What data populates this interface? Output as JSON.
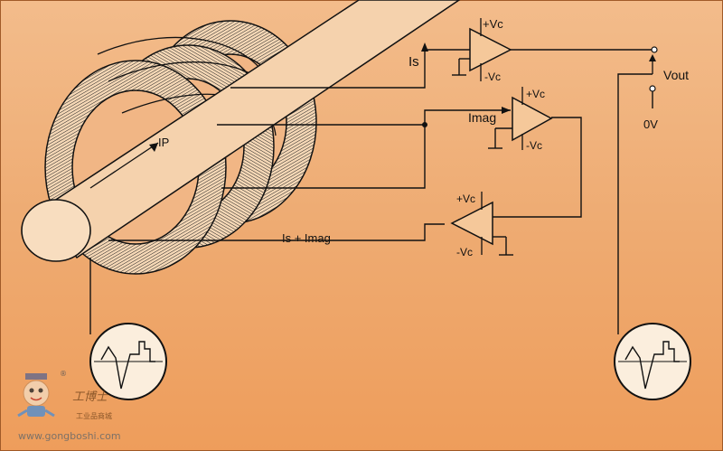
{
  "colors": {
    "background_top": "#f0b584",
    "background_bottom": "#ed9f5f",
    "line": "#111111",
    "pipe_fill": "#f5d2ad",
    "scope_fill": "#fbeedd"
  },
  "labels": {
    "is": "Is",
    "imag": "Imag",
    "is_plus_imag": "Is + Imag",
    "ip": "IP",
    "vout": "Vout",
    "zero_v": "0V"
  },
  "opamp_top": {
    "plus": "+Vc",
    "minus": "-Vc"
  },
  "opamp_mid": {
    "plus": "+Vc",
    "minus": "-Vc"
  },
  "opamp_bottom": {
    "plus": "+Vc",
    "minus": "-Vc"
  },
  "watermark": {
    "registered": "®",
    "chinese_title": "工博士",
    "chinese_subtitle": "工业品商城",
    "url": "www.gongboshi.com"
  },
  "icons": [
    "op-amp-icon",
    "ground-icon",
    "oscilloscope-icon",
    "terminal-icon",
    "robot-mascot-icon"
  ]
}
